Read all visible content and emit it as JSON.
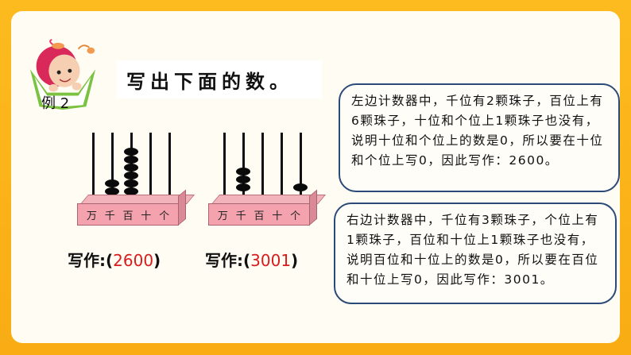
{
  "header": {
    "example_label": "例 2",
    "title": "写出下面的数。"
  },
  "abacus_left": {
    "place_labels": [
      "万",
      "千",
      "百",
      "十",
      "个"
    ],
    "beads": [
      0,
      2,
      6,
      0,
      0
    ]
  },
  "abacus_right": {
    "place_labels": [
      "万",
      "千",
      "百",
      "十",
      "个"
    ],
    "beads": [
      0,
      3,
      0,
      0,
      1
    ]
  },
  "answers": {
    "left_prefix": "写作:(",
    "left_value": "2600",
    "left_suffix": ")",
    "right_prefix": "写作:(",
    "right_value": "3001",
    "right_suffix": ")"
  },
  "explanations": {
    "left": "左边计数器中，千位有2颗珠子，百位上有6颗珠子，十位和个位上1颗珠子也没有，说明十位和个位上的数是0，所以要在十位和个位上写0，因此写作：2600。",
    "right": "右边计数器中，千位有3颗珠子，个位上有1颗珠子，百位和十位上1颗珠子也没有，说明百位和十位上的数是0，所以要在百位和十位上写0，因此写作：3001。"
  },
  "colors": {
    "frame": "#fdbb1f",
    "panel": "#fffcf3",
    "answer": "#d81b1b",
    "bubble_border": "#2c4a78",
    "abacus_base": "#f4a2ae"
  }
}
